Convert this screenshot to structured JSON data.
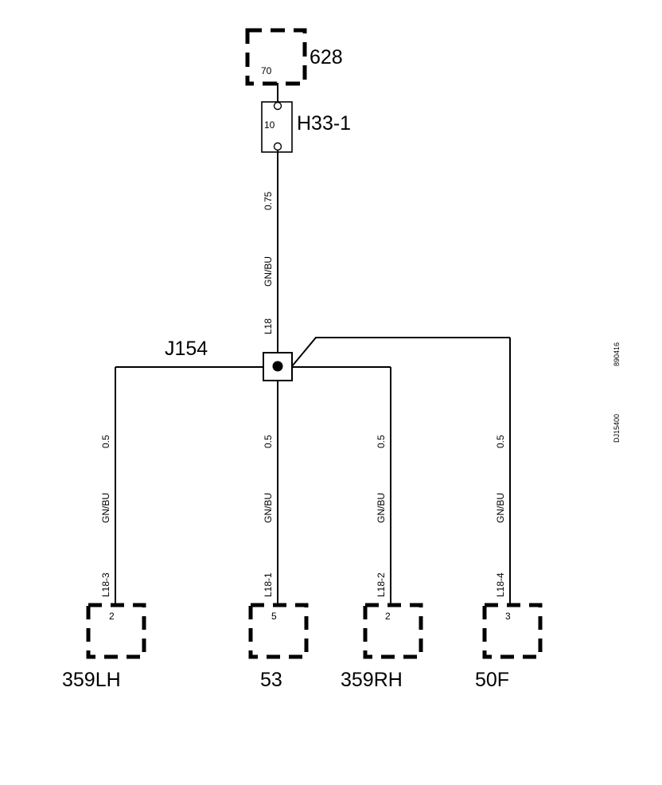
{
  "source_connector": {
    "id": "628",
    "pin": "70"
  },
  "fuse": {
    "id": "H33-1",
    "rating": "10"
  },
  "main_wire": {
    "gauge": "0.75",
    "color": "GN/BU",
    "circuit": "L18"
  },
  "splice": {
    "id": "J154"
  },
  "branches": [
    {
      "gauge": "0.5",
      "color": "GN/BU",
      "circuit": "L18-3",
      "pin": "2",
      "connector": "359LH"
    },
    {
      "gauge": "0.5",
      "color": "GN/BU",
      "circuit": "L18-1",
      "pin": "5",
      "connector": "53"
    },
    {
      "gauge": "0.5",
      "color": "GN/BU",
      "circuit": "L18-2",
      "pin": "2",
      "connector": "359RH"
    },
    {
      "gauge": "0.5",
      "color": "GN/BU",
      "circuit": "L18-4",
      "pin": "3",
      "connector": "50F"
    }
  ],
  "side_codes": [
    "890416",
    "DJ15400"
  ]
}
